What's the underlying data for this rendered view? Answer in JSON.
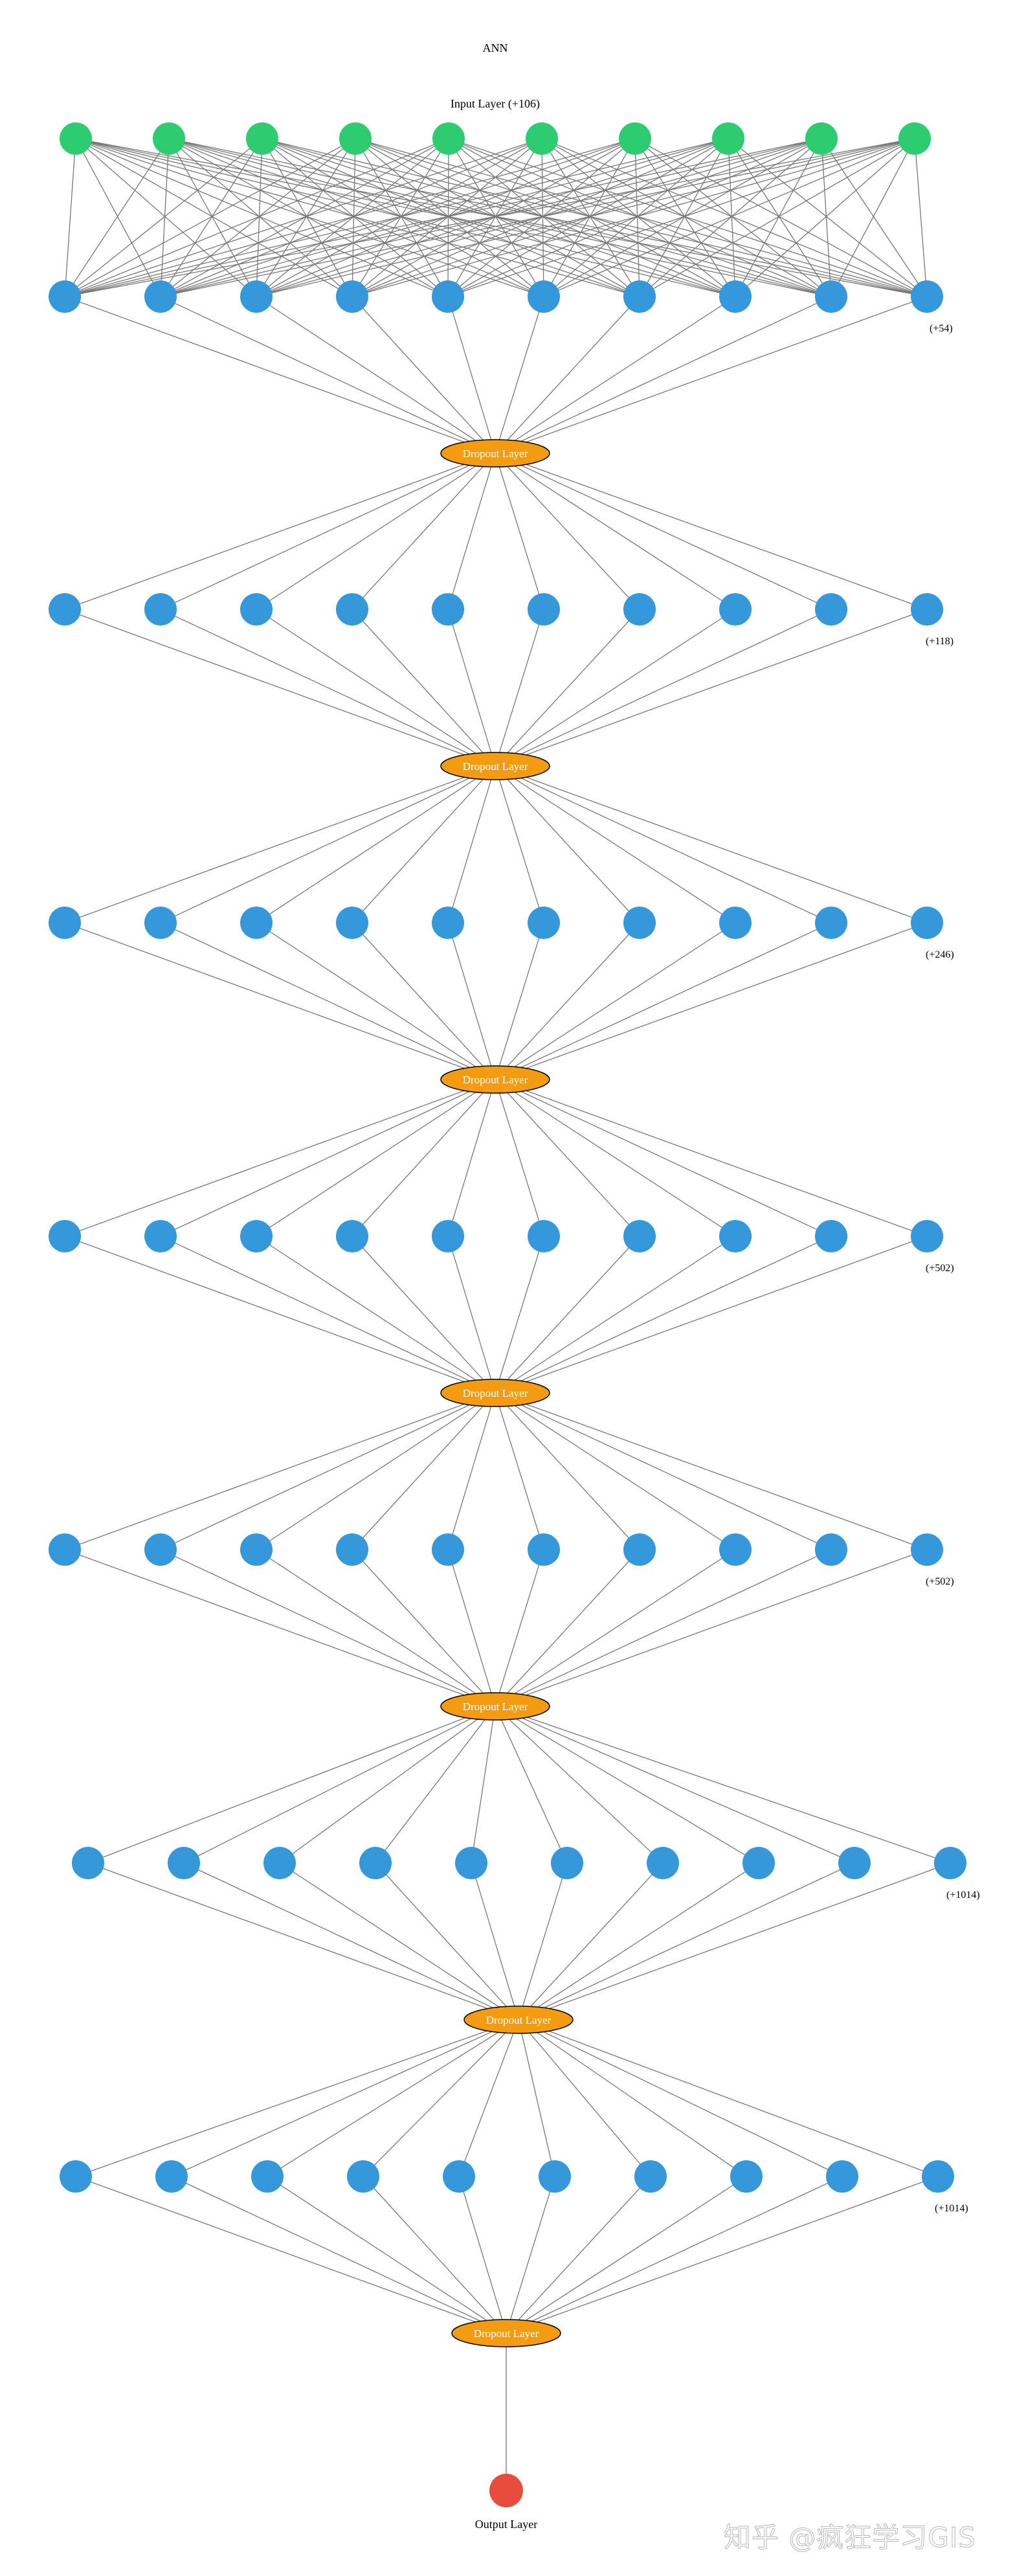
{
  "diagram": {
    "title": "ANN",
    "input_layer_label": "Input Layer (+106)",
    "dropout_label": "Dropout Layer",
    "output_layer_label": "Output Layer",
    "hidden_layers": [
      {
        "more": "(+54)"
      },
      {
        "more": "(+118)"
      },
      {
        "more": "(+246)"
      },
      {
        "more": "(+502)"
      },
      {
        "more": "(+502)"
      },
      {
        "more": "(+1014)"
      },
      {
        "more": "(+1014)"
      }
    ],
    "nodes_per_row": 10,
    "colors": {
      "input": "#2ECC71",
      "hidden": "#3498DB",
      "dropout": "#F39C12",
      "output": "#E74C3C",
      "edge": "#777777"
    }
  },
  "watermark": "知乎 @疯狂学习GIS"
}
